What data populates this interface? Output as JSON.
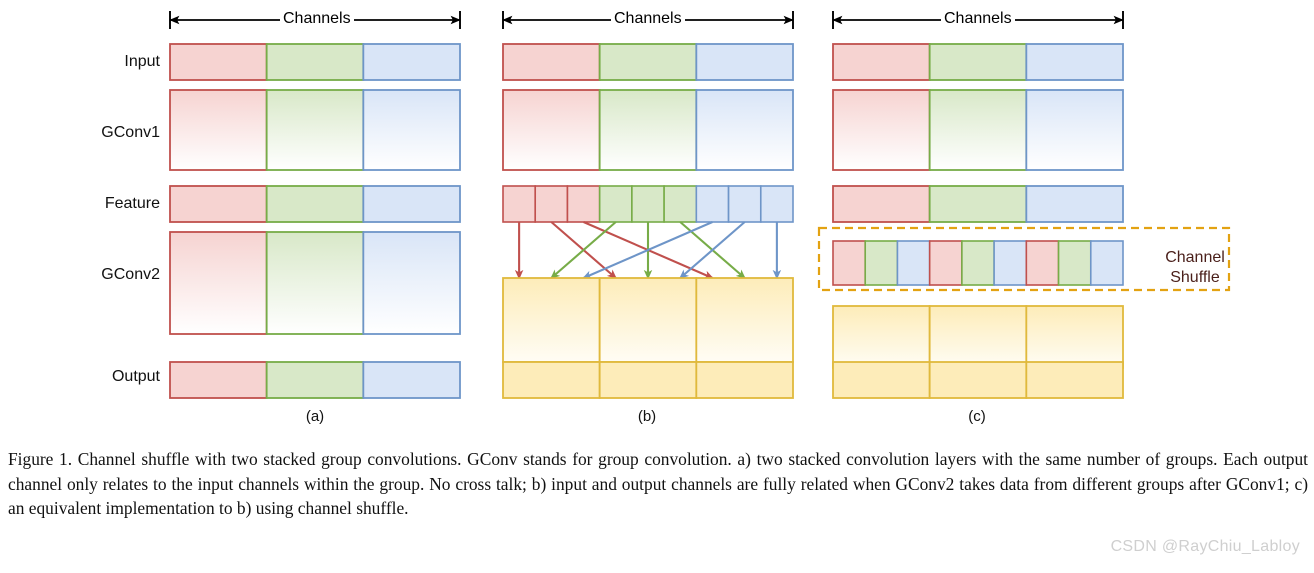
{
  "figure": {
    "row_labels": [
      "Input",
      "GConv1",
      "Feature",
      "GConv2",
      "Output"
    ],
    "panel_labels": [
      "(a)",
      "(b)",
      "(c)"
    ],
    "channels_axis_label": "Channels",
    "shuffle_box_label_line1": "Channel",
    "shuffle_box_label_line2": "Shuffle",
    "group_count": 3,
    "channels_per_group": 3,
    "shuffle_sequence": [
      "red",
      "green",
      "blue",
      "red",
      "green",
      "blue",
      "red",
      "green",
      "blue"
    ],
    "feature_cells_b": [
      "red",
      "red",
      "red",
      "green",
      "green",
      "green",
      "blue",
      "blue",
      "blue"
    ],
    "shuffle_arrows": [
      {
        "from": 0,
        "to": 0,
        "color": "red"
      },
      {
        "from": 1,
        "to": 3,
        "color": "red"
      },
      {
        "from": 2,
        "to": 6,
        "color": "red"
      },
      {
        "from": 3,
        "to": 1,
        "color": "green"
      },
      {
        "from": 4,
        "to": 4,
        "color": "green"
      },
      {
        "from": 5,
        "to": 7,
        "color": "green"
      },
      {
        "from": 6,
        "to": 2,
        "color": "blue"
      },
      {
        "from": 7,
        "to": 5,
        "color": "blue"
      },
      {
        "from": 8,
        "to": 8,
        "color": "blue"
      }
    ],
    "colors": {
      "red_fill": "#f6d3d1",
      "red_stroke": "#c0504d",
      "green_fill": "#d8e8c8",
      "green_stroke": "#77ac48",
      "blue_fill": "#d9e5f7",
      "blue_stroke": "#6e95c8",
      "yellow_fill": "#fdecb9",
      "yellow_stroke": "#e0b93c",
      "shuffle_box_stroke": "#e3a212",
      "axis_black": "#000000",
      "caption_text": "#111111",
      "watermark_text": "#cfcfcf",
      "shuffle_label_text": "#4a1f1a"
    }
  },
  "caption": {
    "text": "Figure 1. Channel shuffle with two stacked group convolutions. GConv stands for group convolution. a) two stacked convolution layers with the same number of groups. Each output channel only relates to the input channels within the group. No cross talk; b) input and output channels are fully related when GConv2 takes data from different groups after GConv1; c) an equivalent implementation to b) using channel shuffle."
  },
  "watermark": {
    "text": "CSDN @RayChiu_Labloy"
  }
}
